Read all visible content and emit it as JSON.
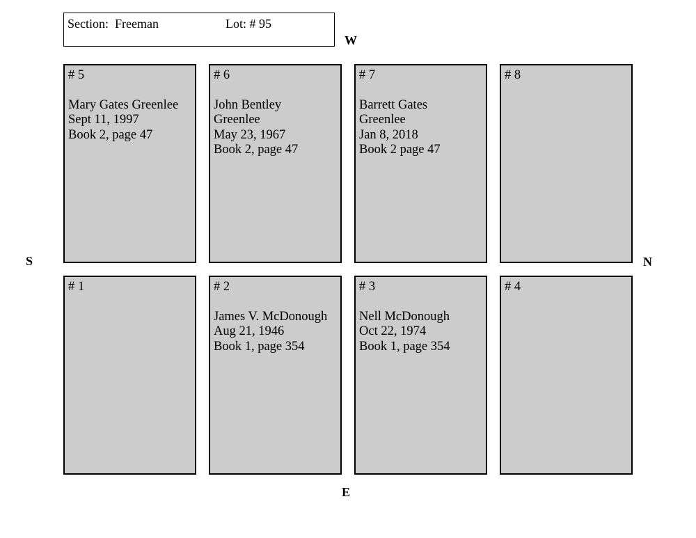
{
  "header": {
    "section": "Section:  Freeman",
    "lot": "Lot: # 95"
  },
  "compass": {
    "west": "W",
    "east": "E",
    "south": "S",
    "north": "N"
  },
  "plots": {
    "top": [
      {
        "number": "# 5",
        "lines": [
          "Mary Gates Greenlee",
          "Sept 11, 1997",
          "Book 2, page 47"
        ]
      },
      {
        "number": "# 6",
        "lines": [
          "John Bentley",
          "Greenlee",
          "May 23, 1967",
          "Book 2, page 47"
        ]
      },
      {
        "number": "# 7",
        "lines": [
          "Barrett Gates",
          "Greenlee",
          "Jan 8, 2018",
          "Book 2 page 47"
        ]
      },
      {
        "number": "# 8",
        "lines": []
      }
    ],
    "bottom": [
      {
        "number": "# 1",
        "lines": []
      },
      {
        "number": "# 2",
        "lines": [
          "James V. McDonough",
          "Aug 21, 1946",
          "Book 1, page 354"
        ]
      },
      {
        "number": "# 3",
        "lines": [
          "Nell McDonough",
          "Oct 22, 1974",
          "Book 1, page 354"
        ]
      },
      {
        "number": "# 4",
        "lines": []
      }
    ]
  },
  "colors": {
    "plot_fill": "#cccccc",
    "border": "#000000"
  }
}
